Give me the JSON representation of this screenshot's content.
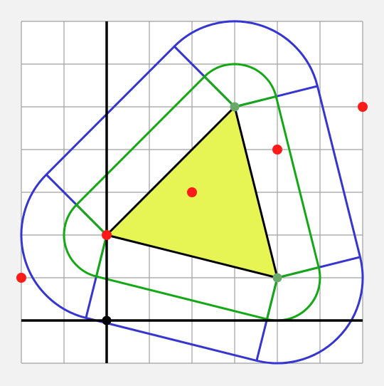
{
  "colors": {
    "background": "#f2f2f2",
    "grid": "#a0a0a0",
    "axes": "#000000",
    "triangle_fill": "#e6f553",
    "triangle_stroke": "#000000",
    "outer_offset": "#3535d2",
    "inner_offset": "#14a814",
    "red_points": "#ff1a1a",
    "green_points": "#6aa86a"
  },
  "figure": {
    "grid_x": [
      -2,
      6
    ],
    "grid_y": [
      -1,
      7
    ],
    "axes_origin": [
      0,
      0
    ],
    "triangle": [
      [
        0,
        2
      ],
      [
        3,
        5
      ],
      [
        4,
        1
      ]
    ],
    "inner_offset_distance": 1,
    "outer_offset_distance": 2,
    "red_points": [
      [
        0,
        2
      ],
      [
        2,
        3
      ],
      [
        4,
        4
      ],
      [
        6,
        5
      ],
      [
        -2,
        1
      ]
    ],
    "green_points": [
      [
        3,
        5
      ],
      [
        4,
        1
      ]
    ],
    "origin_marker": [
      0,
      0
    ]
  }
}
